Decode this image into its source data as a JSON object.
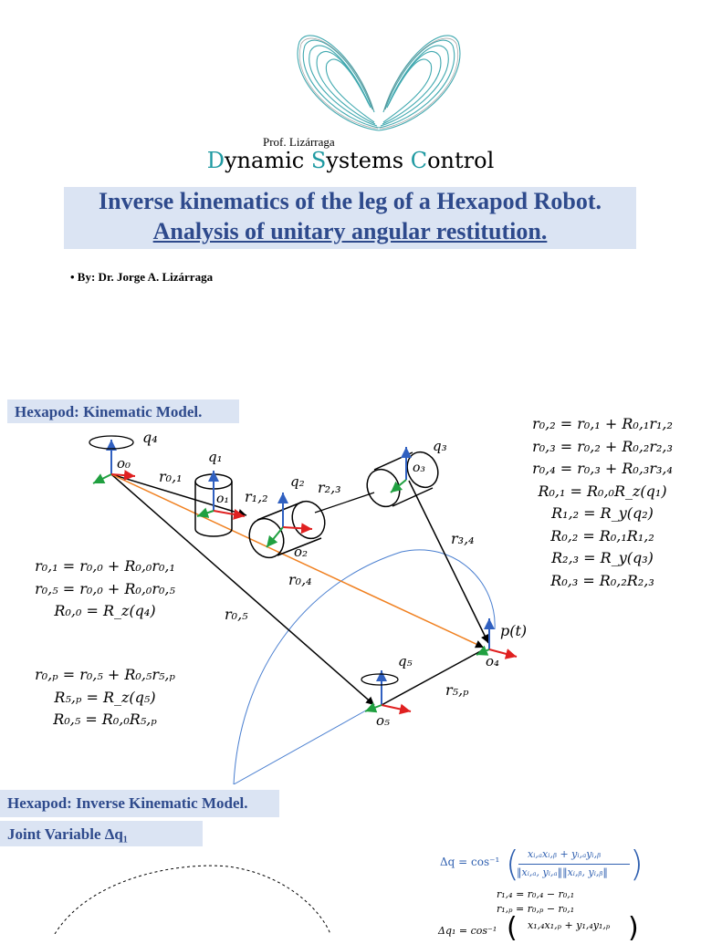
{
  "header": {
    "prof": "Prof. Lizárraga",
    "brand_parts": [
      "D",
      "ynamic ",
      "S",
      "ystems ",
      "C",
      "ontrol"
    ]
  },
  "title": {
    "line1": "Inverse kinematics of the leg of a Hexapod Robot.",
    "line2": "Analysis of unitary angular restitution."
  },
  "author": "• By: Dr. Jorge A. Lizárraga",
  "sections": {
    "kinematic_model": "Hexapod: Kinematic Model.",
    "inverse_model": "Hexapod: Inverse Kinematic Model.",
    "joint_variable": "Joint Variable Δq₁"
  },
  "equations_right": [
    "r₀,₂ = r₀,₁ + R₀,₁r₁,₂",
    "r₀,₃ = r₀,₂ + R₀,₂r₂,₃",
    "r₀,₄ = r₀,₃ + R₀,₃r₃,₄",
    "R₀,₁ = R₀,₀R_z(q₁)",
    "R₁,₂ = R_y(q₂)",
    "R₀,₂ = R₀,₁R₁,₂",
    "R₂,₃ = R_y(q₃)",
    "R₀,₃ = R₀,₂R₂,₃"
  ],
  "equations_left_top": [
    "r₀,₁ = r₀,₀ + R₀,₀r₀,₁",
    "r₀,₅ = r₀,₀ + R₀,₀r₀,₅",
    "R₀,₀ = R_z(q₄)"
  ],
  "equations_left_bottom": [
    "r₀,ₚ = r₀,₅ + R₀,₅r₅,ₚ",
    "R₅,ₚ = R_z(q₅)",
    "R₀,₅ = R₀,₀R₅,ₚ"
  ],
  "inverse_equations": {
    "delta_q": "Δq = cos⁻¹",
    "numerator": "xᵢ,ₐxᵢ,ᵦ + yᵢ,ₐyᵢ,ᵦ",
    "denominator": "‖xᵢ,ₐ, yᵢ,ₐ‖‖xᵢ,ᵦ, yᵢ,ᵦ‖",
    "r14": "r₁,₄ = r₀,₄ − r₀,₁",
    "r1p": "r₁,ₚ = r₀,ₚ − r₀,₁",
    "dq1_prefix": "Δq₁ = cos⁻¹",
    "dq1_numerator": "x₁,₄x₁,ₚ + y₁,₄y₁,ₚ"
  },
  "diagram_labels": {
    "q4": "q₄",
    "o0": "o₀",
    "r01": "r₀,₁",
    "q1": "q₁",
    "o1": "o₁",
    "r12": "r₁,₂",
    "q2": "q₂",
    "r23": "r₂,₃",
    "o2": "o₂",
    "q3": "q₃",
    "o3": "o₃",
    "r34": "r₃,₄",
    "r04": "r₀,₄",
    "r05": "r₀,₅",
    "pt": "p(t)",
    "o4": "o₄",
    "q5": "q₅",
    "r5p": "r₅,ₚ",
    "o5": "o₅"
  },
  "colors": {
    "title_blue": "#2e4a8c",
    "box_bg": "#dbe4f3",
    "brand_teal": "#1f9aa2",
    "orange_vector": "#f08020",
    "arc_blue": "#4a7fd0"
  }
}
